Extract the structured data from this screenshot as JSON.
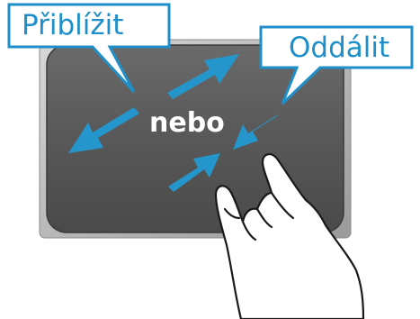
{
  "labels": {
    "zoom_in": "Přiblížit",
    "zoom_out": "Oddálit",
    "or": "nebo"
  },
  "icons": [
    "touchpad",
    "arrow",
    "hand",
    "callout"
  ],
  "colors": {
    "accent": "#2596cc",
    "callout_border": "#1f8fc9",
    "touchpad_surface": "#555555",
    "touchpad_frame": "#bdbdbd",
    "center_text": "#ffffff"
  }
}
